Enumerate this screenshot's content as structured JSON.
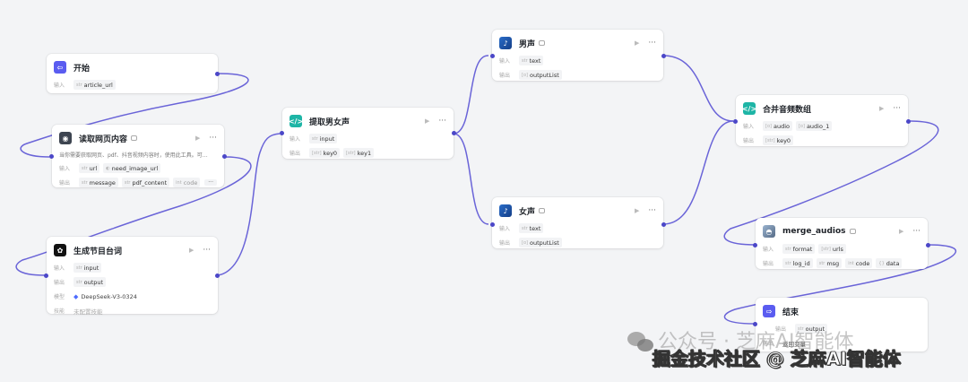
{
  "canvas": {
    "background": "#f3f4f6",
    "edge_color": "#6a64d8"
  },
  "labels": {
    "input": "输入",
    "output": "输出",
    "model": "模型",
    "skill": "技能"
  },
  "nodes": {
    "start": {
      "title": "开始",
      "icon": "start-icon",
      "inputs": [
        {
          "type": "str",
          "name": "article_url"
        }
      ]
    },
    "read_web": {
      "title": "读取网页内容",
      "icon": "plugin-icon",
      "description": "当你需要获取网页、pdf、抖音视频内容时，使用此工具。可…",
      "inputs": [
        {
          "type": "str",
          "name": "url"
        },
        {
          "type": "bool",
          "name": "need_image_url"
        }
      ],
      "outputs": [
        {
          "type": "str",
          "name": "message"
        },
        {
          "type": "str",
          "name": "pdf_content"
        },
        {
          "type": "int",
          "name": "code"
        }
      ],
      "more": "···"
    },
    "gen_script": {
      "title": "生成节目台词",
      "icon": "llm-icon",
      "inputs": [
        {
          "type": "str",
          "name": "input"
        }
      ],
      "outputs": [
        {
          "type": "str",
          "name": "output"
        }
      ],
      "model": "DeepSeek-V3-0324",
      "skill": "未配置技能"
    },
    "extract_voices": {
      "title": "提取男女声",
      "icon": "code-icon",
      "inputs": [
        {
          "type": "str",
          "name": "input"
        }
      ],
      "outputs": [
        {
          "type": "[str]",
          "name": "key0"
        },
        {
          "type": "[str]",
          "name": "key1"
        }
      ]
    },
    "male_voice": {
      "title": "男声",
      "icon": "voice-icon",
      "inputs": [
        {
          "type": "str",
          "name": "text"
        }
      ],
      "outputs": [
        {
          "type": "[o]",
          "name": "outputList"
        }
      ]
    },
    "female_voice": {
      "title": "女声",
      "icon": "voice-icon",
      "inputs": [
        {
          "type": "str",
          "name": "text"
        }
      ],
      "outputs": [
        {
          "type": "[o]",
          "name": "outputList"
        }
      ]
    },
    "merge_array": {
      "title": "合并音频数组",
      "icon": "code-icon",
      "inputs": [
        {
          "type": "[o]",
          "name": "audio"
        },
        {
          "type": "[o]",
          "name": "audio_1"
        }
      ],
      "outputs": [
        {
          "type": "[str]",
          "name": "key0"
        }
      ]
    },
    "merge_audios": {
      "title": "merge_audios",
      "icon": "merge-icon",
      "inputs": [
        {
          "type": "str",
          "name": "format"
        },
        {
          "type": "[str]",
          "name": "urls"
        }
      ],
      "outputs": [
        {
          "type": "str",
          "name": "log_id"
        },
        {
          "type": "str",
          "name": "msg"
        },
        {
          "type": "int",
          "name": "code"
        },
        {
          "type": "{}",
          "name": "data"
        }
      ]
    },
    "end": {
      "title": "结束",
      "icon": "end-icon",
      "outputs": [
        {
          "type": "str",
          "name": "output"
        }
      ],
      "return_label": "返回变量"
    }
  },
  "actions": {
    "run": "▶",
    "more": "···"
  },
  "watermark": {
    "line1": "公众号 · 芝麻AI智能体",
    "line2": "掘金技术社区 @ 芝麻AI智能体"
  }
}
